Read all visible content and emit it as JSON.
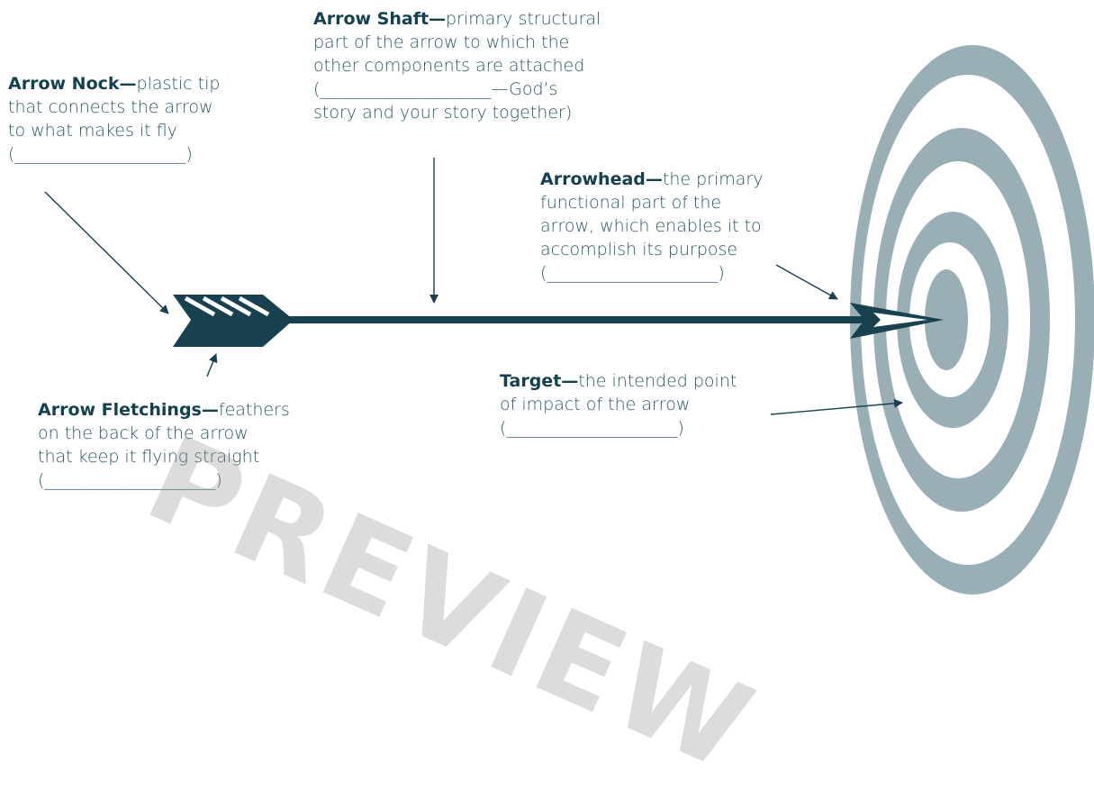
{
  "colors": {
    "arrow": "#17414f",
    "target": "#9aaeb5",
    "text": "#2c5663",
    "title": "#14414f"
  },
  "labels": {
    "nock": {
      "title": "Arrow Nock—",
      "lines": [
        "plastic tip",
        "that connects the arrow",
        "to what makes it fly",
        "(____________________)"
      ]
    },
    "shaft": {
      "title": "Arrow Shaft—",
      "lines": [
        "primary structural",
        "part of the arrow to which the",
        "other components are attached",
        "(____________________—God’s",
        "story and your story together)"
      ]
    },
    "arrowhead": {
      "title": "Arrowhead—",
      "lines": [
        "the primary",
        "functional part of the",
        "arrow, which enables it to",
        "accomplish its purpose",
        "(____________________)"
      ]
    },
    "fletchings": {
      "title": "Arrow Fletchings—",
      "lines": [
        "feathers",
        "on the back of the arrow",
        "that keep it flying straight",
        "(____________________)"
      ]
    },
    "target": {
      "title": "Target—",
      "lines": [
        "the intended point",
        "of impact of the arrow",
        "(____________________)"
      ]
    }
  },
  "watermark": "PREVIEW"
}
